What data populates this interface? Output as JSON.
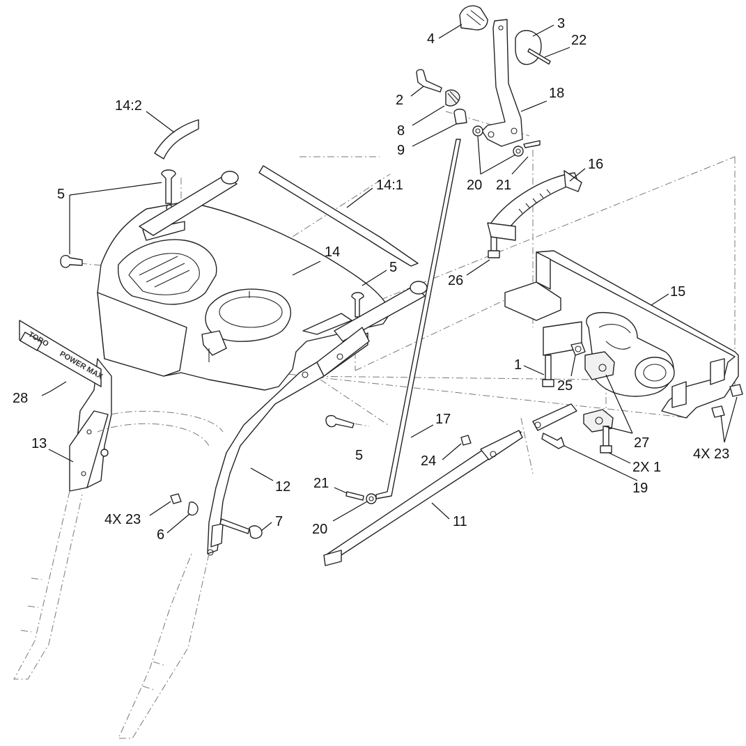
{
  "diagram": {
    "callouts": {
      "c14_2": "14:2",
      "c5_a": "5",
      "c14_1": "14:1",
      "c14": "14",
      "c5_b": "5",
      "c4": "4",
      "c3": "3",
      "c22": "22",
      "c2": "2",
      "c18": "18",
      "c8": "8",
      "c9": "9",
      "c20_a": "20",
      "c21_a": "21",
      "c16": "16",
      "c26": "26",
      "c15": "15",
      "c1_a": "1",
      "c25": "25",
      "c27": "27",
      "c2x1": "2X 1",
      "c4x23_a": "4X 23",
      "c19": "19",
      "c17": "17",
      "c24": "24",
      "c5_c": "5",
      "c28": "28",
      "c13": "13",
      "c12": "12",
      "c4x23_b": "4X 23",
      "c6": "6",
      "c7": "7",
      "c21_b": "21",
      "c20_b": "20",
      "c11": "11"
    },
    "decal": {
      "brand": "TORO",
      "model": "POWER MAX"
    }
  }
}
